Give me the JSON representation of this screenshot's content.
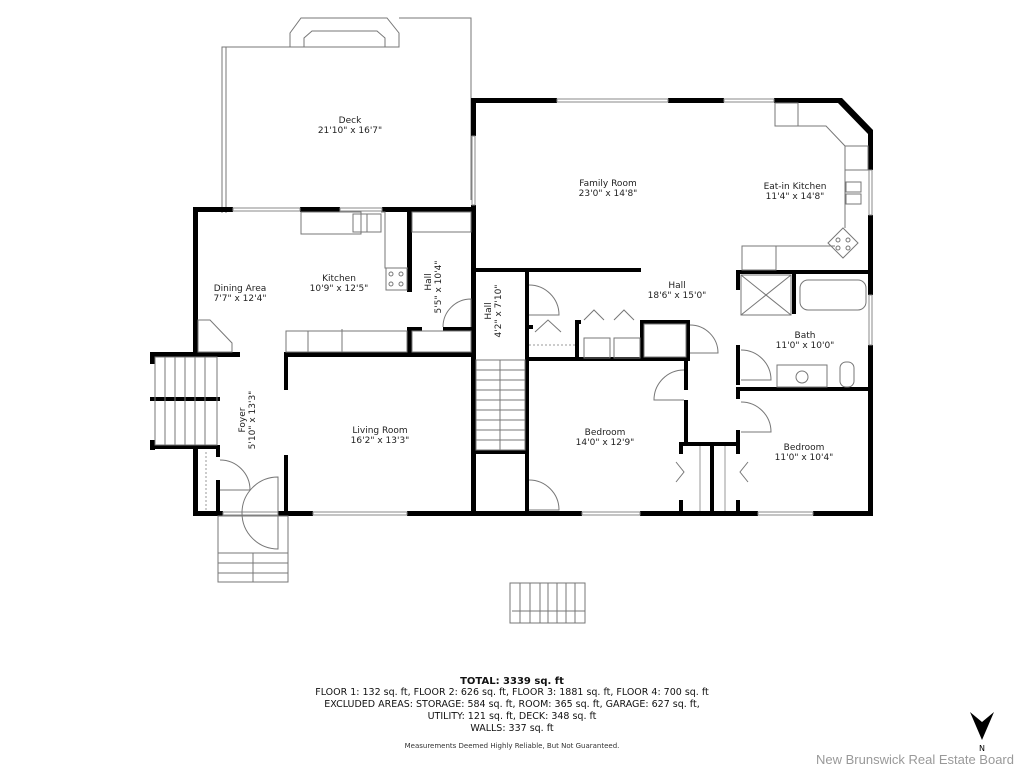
{
  "rooms": {
    "deck": {
      "name": "Deck",
      "dims": "21'10\" x 16'7\""
    },
    "family_room": {
      "name": "Family Room",
      "dims": "23'0\" x 14'8\""
    },
    "eat_in_kitchen": {
      "name": "Eat-in Kitchen",
      "dims": "11'4\" x 14'8\""
    },
    "dining_area": {
      "name": "Dining Area",
      "dims": "7'7\" x 12'4\""
    },
    "kitchen": {
      "name": "Kitchen",
      "dims": "10'9\" x 12'5\""
    },
    "hall_1": {
      "name": "Hall",
      "dims": "5'5\" x 10'4\""
    },
    "hall_2": {
      "name": "Hall",
      "dims": "4'2\" x 7'10\""
    },
    "hall_3": {
      "name": "Hall",
      "dims": "18'6\" x 15'0\""
    },
    "bath": {
      "name": "Bath",
      "dims": "11'0\" x 10'0\""
    },
    "foyer": {
      "name": "Foyer",
      "dims": "5'10\" x 13'3\""
    },
    "living_room": {
      "name": "Living Room",
      "dims": "16'2\" x 13'3\""
    },
    "bedroom_1": {
      "name": "Bedroom",
      "dims": "14'0\" x 12'9\""
    },
    "bedroom_2": {
      "name": "Bedroom",
      "dims": "11'0\" x 10'4\""
    }
  },
  "summary": {
    "total": "TOTAL: 3339 sq. ft",
    "floors": "FLOOR 1: 132 sq. ft, FLOOR 2: 626 sq. ft, FLOOR 3: 1881 sq. ft, FLOOR 4: 700 sq. ft",
    "excluded_1": "EXCLUDED AREAS: STORAGE: 584 sq. ft, ROOM: 365 sq. ft, GARAGE: 627 sq. ft,",
    "excluded_2": "UTILITY: 121 sq. ft, DECK: 348 sq. ft",
    "walls": "WALLS: 337 sq. ft",
    "disclaimer": "Measurements Deemed Highly Reliable, But Not Guaranteed."
  },
  "compass": {
    "label": "N",
    "icon": "north-arrow-icon"
  },
  "watermark": "New Brunswick Real Estate Board"
}
